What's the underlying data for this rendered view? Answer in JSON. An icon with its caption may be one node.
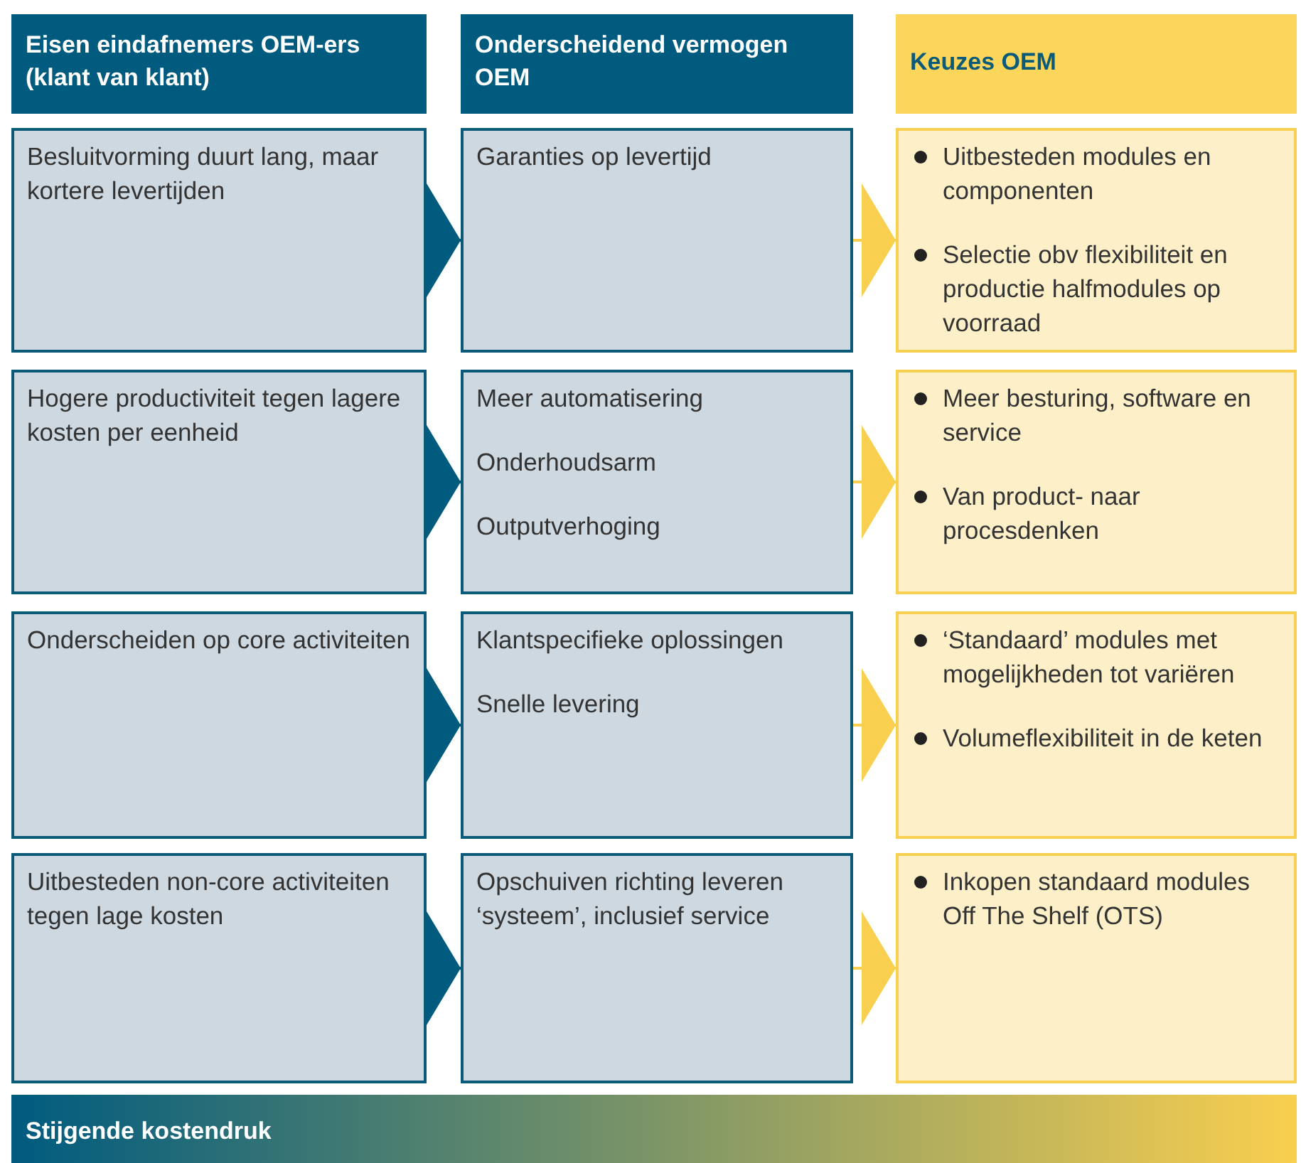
{
  "diagram": {
    "nodes": [
      {
        "text": [
          "Eisen eindafnemers OEM-ers (klant van klant)"
        ]
      },
      {
        "text": [
          "Onderscheidend vermogen OEM"
        ]
      },
      {
        "text": [
          "Keuzes OEM"
        ]
      },
      {
        "text": [
          "Besluitvorming duurt lang, maar kortere levertijden"
        ]
      },
      {
        "text": [
          "Garanties op levertijd"
        ]
      },
      {
        "text": [
          "Uitbesteden modules en componenten",
          "Selectie obv flexibiliteit en productie halfmodules op voorraad"
        ]
      },
      {
        "text": [
          "Hogere productiviteit tegen lagere kosten per eenheid"
        ]
      },
      {
        "text": [
          "Meer automatisering",
          "Onderhoudsarm",
          "Outputverhoging"
        ]
      },
      {
        "text": [
          "Meer besturing, software en service",
          "Van product- naar procesdenken"
        ]
      },
      {
        "text": [
          "Onderscheiden op core activiteiten"
        ]
      },
      {
        "text": [
          "Klantspecifieke oplossingen",
          "Snelle levering"
        ]
      },
      {
        "text": [
          "‘Standaard’ modules met mogelijkheden tot variëren",
          "Volumeflexibiliteit in de keten"
        ]
      },
      {
        "text": [
          "Uitbesteden non-core activiteiten tegen lage kosten"
        ]
      },
      {
        "text": [
          "Opschuiven richting leveren ‘systeem’, inclusief service"
        ]
      },
      {
        "text": [
          "Inkopen standaard modules Off The Shelf (OTS)"
        ]
      },
      {
        "text": [
          "Stijgende kostendruk"
        ]
      }
    ],
    "edges": [
      {
        "from": 3,
        "to": 4,
        "arrow": "to",
        "color": "#005b7f"
      },
      {
        "from": 4,
        "to": 5,
        "arrow": "to",
        "color": "#f9cf4f"
      },
      {
        "from": 6,
        "to": 7,
        "arrow": "to",
        "color": "#005b7f"
      },
      {
        "from": 7,
        "to": 8,
        "arrow": "to",
        "color": "#f9cf4f"
      },
      {
        "from": 9,
        "to": 10,
        "arrow": "to",
        "color": "#005b7f"
      },
      {
        "from": 10,
        "to": 11,
        "arrow": "to",
        "color": "#f9cf4f"
      },
      {
        "from": 12,
        "to": 13,
        "arrow": "to",
        "color": "#005b7f"
      },
      {
        "from": 13,
        "to": 14,
        "arrow": "to",
        "color": "#f9cf4f"
      }
    ]
  }
}
